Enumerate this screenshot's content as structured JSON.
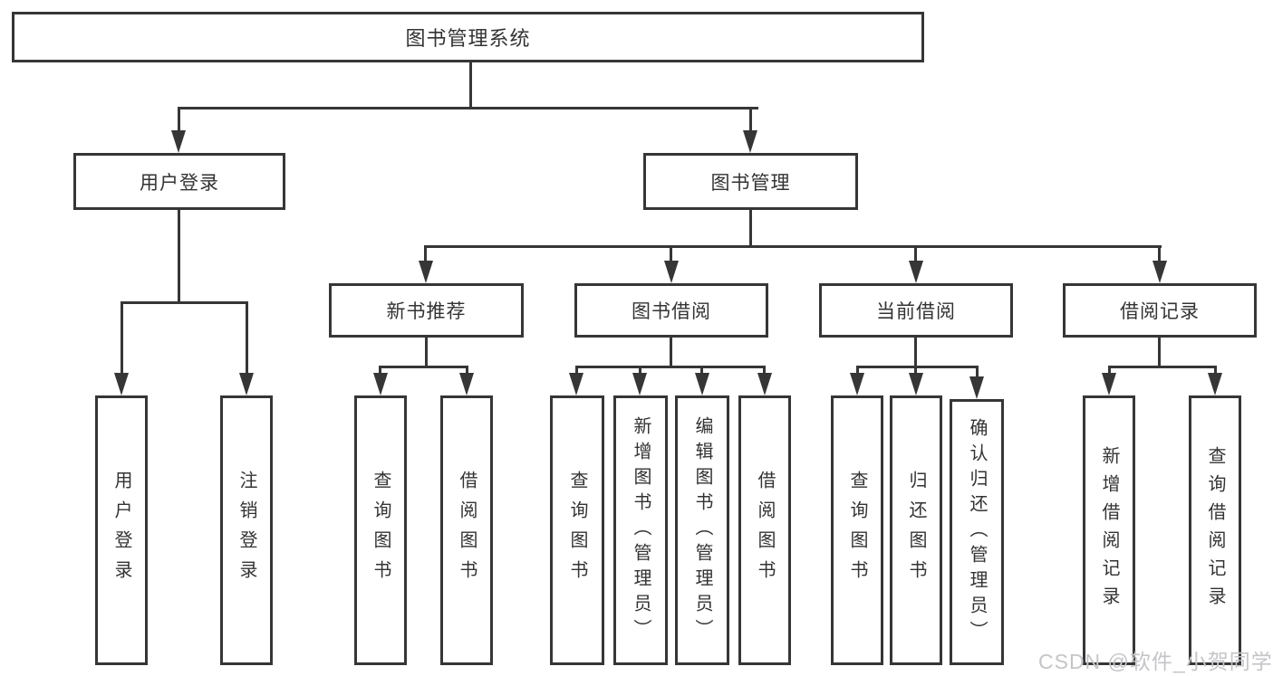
{
  "tree": {
    "root": {
      "label": "图书管理系统",
      "children": [
        {
          "label": "用户登录",
          "children": [
            {
              "label": "用户登录"
            },
            {
              "label": "注销登录"
            }
          ]
        },
        {
          "label": "图书管理",
          "children": [
            {
              "label": "新书推荐",
              "children": [
                {
                  "label": "查询图书"
                },
                {
                  "label": "借阅图书"
                }
              ]
            },
            {
              "label": "图书借阅",
              "children": [
                {
                  "label": "查询图书"
                },
                {
                  "label": "新增图书（管理员）"
                },
                {
                  "label": "编辑图书（管理员）"
                },
                {
                  "label": "借阅图书"
                }
              ]
            },
            {
              "label": "当前借阅",
              "children": [
                {
                  "label": "查询图书"
                },
                {
                  "label": "归还图书"
                },
                {
                  "label": "确认归还（管理员）"
                }
              ]
            },
            {
              "label": "借阅记录",
              "children": [
                {
                  "label": "新增借阅记录"
                },
                {
                  "label": "查询借阅记录"
                }
              ]
            }
          ]
        }
      ]
    }
  },
  "watermark": {
    "text": "CSDN @软件_小贺同学"
  },
  "colors": {
    "line": "#363636",
    "text": "#333333",
    "background": "#ffffff",
    "watermark": "#c5c5c9"
  }
}
